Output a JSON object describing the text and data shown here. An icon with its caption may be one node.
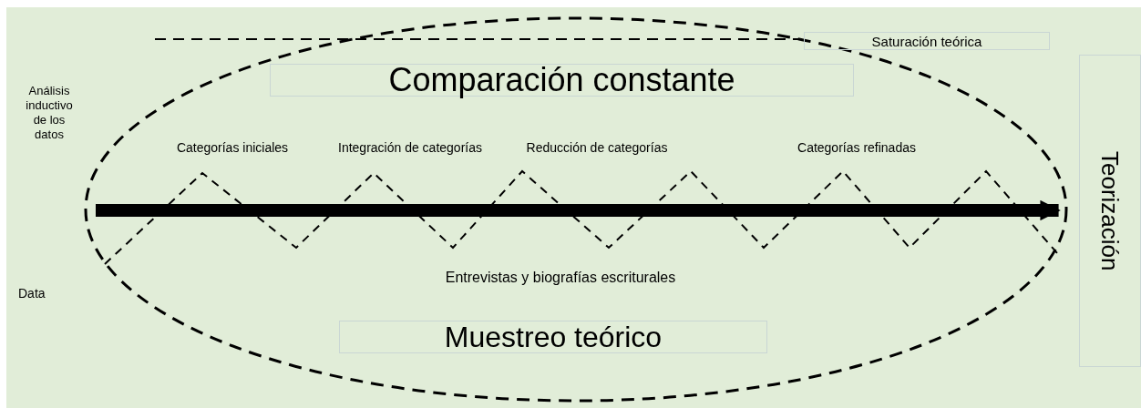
{
  "diagram": {
    "nodes": [
      {
        "text": [
          "Comparación constante"
        ]
      },
      {
        "text": [
          "Saturación teórica"
        ]
      },
      {
        "text": [
          "Muestreo teórico"
        ]
      },
      {
        "text": [
          "Teorización"
        ]
      }
    ],
    "edges": [
      {
        "from": null,
        "to": 3,
        "arrow": "to"
      }
    ],
    "labels": [
      "Análisis inductivo de los datos",
      "Categorías iniciales",
      "Integración de categorías",
      "Reducción de categorías",
      "Categorías refinadas",
      "Entrevistas y biografías escriturales",
      "Data"
    ]
  }
}
